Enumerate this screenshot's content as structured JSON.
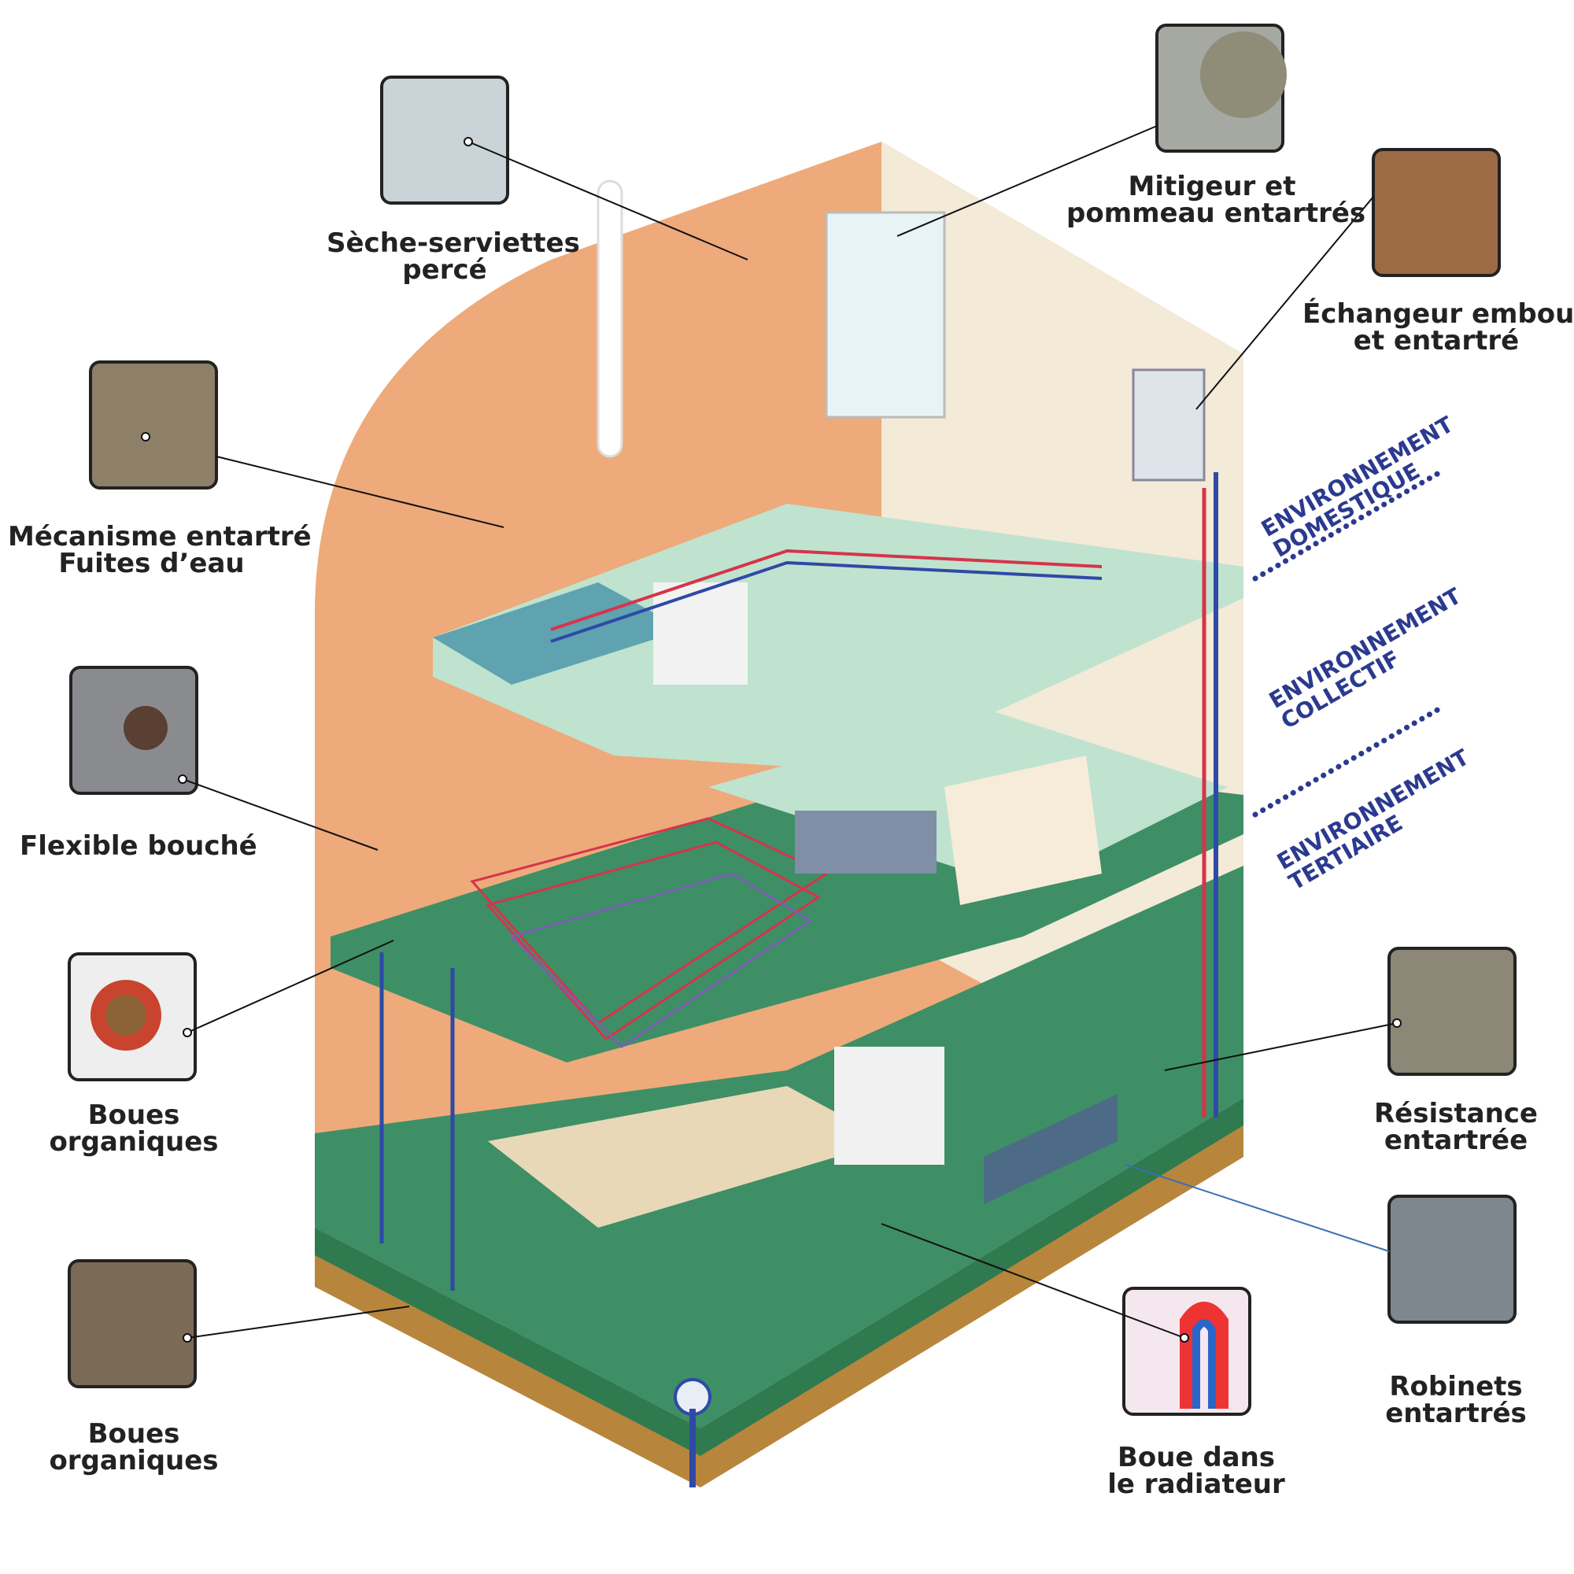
{
  "labels": {
    "seche_serviettes": [
      "Sèche-serviettes",
      "percé"
    ],
    "mitigeur": [
      "Mitigeur et",
      "pommeau entartrés"
    ],
    "echangeur": [
      "Échangeur emboué",
      "et entartré"
    ],
    "mecanisme": [
      "Mécanisme entartré",
      "Fuites d’eau"
    ],
    "flexible": [
      "Flexible bouché"
    ],
    "boues_1": [
      "Boues",
      "organiques"
    ],
    "boues_2": [
      "Boues",
      "organiques"
    ],
    "resistance": [
      "Résistance",
      "entartrée"
    ],
    "robinets": [
      "Robinets",
      "entartrés"
    ],
    "boue_radiateur": [
      "Boue dans",
      "le radiateur"
    ]
  },
  "environments": {
    "domestique": [
      "ENVIRONNEMENT",
      "DOMESTIQUE"
    ],
    "collectif": [
      "ENVIRONNEMENT",
      "COLLECTIF"
    ],
    "tertiaire": [
      "ENVIRONNEMENT",
      "TERTIAIRE"
    ]
  },
  "colors": {
    "wall_orange": "#eeaa7a",
    "floor_green": "#3e8f66",
    "floor_mint": "#bfe3cf",
    "pipe_red": "#d6344b",
    "pipe_blue": "#2f49a6",
    "env_text": "#2b3a8f"
  }
}
